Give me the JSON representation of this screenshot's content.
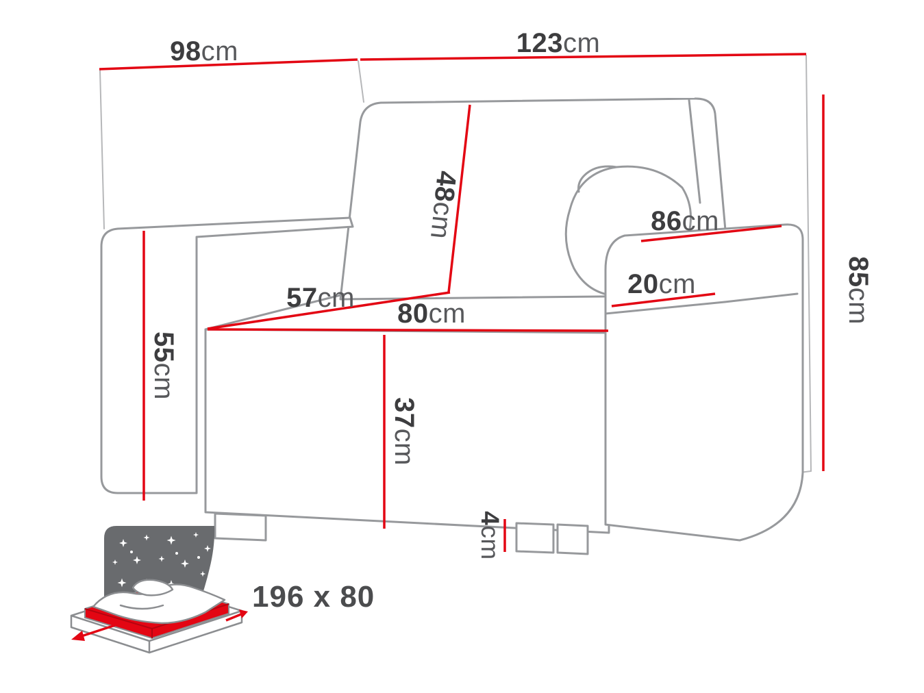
{
  "diagram_title": "Armchair sofa-bed dimension diagram",
  "colors": {
    "dimension_red": "#e30613",
    "outline_gray": "#97999c",
    "night_sky_gray": "#696b6e",
    "number_text": "#3d3d3f",
    "unit_text": "#57585b"
  },
  "icons": {
    "sleeping_function_icon": "fold-out-bed-with-night-sky-stars"
  },
  "dimensions": {
    "back_depth": {
      "value": "98",
      "unit": "cm"
    },
    "total_width": {
      "value": "123",
      "unit": "cm"
    },
    "total_height": {
      "value": "85",
      "unit": "cm"
    },
    "backrest_height": {
      "value": "48",
      "unit": "cm"
    },
    "armrest_length": {
      "value": "86",
      "unit": "cm"
    },
    "armrest_width": {
      "value": "20",
      "unit": "cm"
    },
    "seat_depth": {
      "value": "57",
      "unit": "cm"
    },
    "seat_width": {
      "value": "80",
      "unit": "cm"
    },
    "armrest_height": {
      "value": "55",
      "unit": "cm"
    },
    "seat_front_height": {
      "value": "37",
      "unit": "cm"
    },
    "leg_height": {
      "value": "4",
      "unit": "cm"
    }
  },
  "sleeping_area": {
    "label": "196 x 80"
  }
}
